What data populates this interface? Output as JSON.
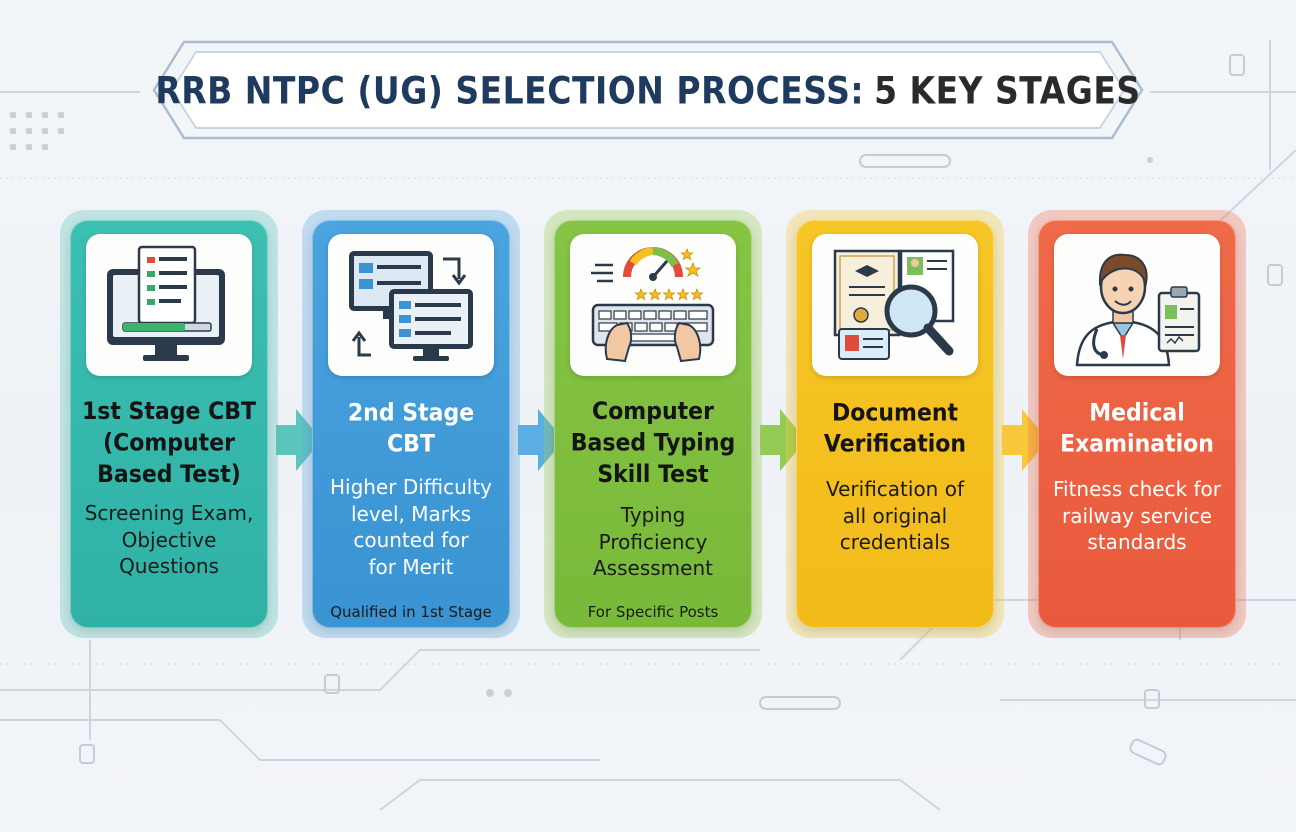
{
  "title": {
    "main": "RRB NTPC (UG) SELECTION PROCESS:",
    "accent": "5 KEY STAGES"
  },
  "colors": {
    "title_text": "#1f3a5f",
    "stage1": "#34b8ab",
    "stage2": "#429cd9",
    "stage3": "#80bf3f",
    "stage4": "#f4c120",
    "stage5": "#ec6242"
  },
  "stages": [
    {
      "title": "1st Stage CBT\n(Computer\nBased Test)",
      "description": "Screening Exam,\nObjective\nQuestions",
      "note": "",
      "icon": "computer-test-icon"
    },
    {
      "title": "2nd Stage\nCBT",
      "description": "Higher Difficulty\nlevel, Marks\ncounted for\nfor Merit",
      "note": "Qualified in 1st Stage",
      "icon": "two-computers-icon"
    },
    {
      "title": "Computer\nBased Typing\nSkill Test",
      "description": "Typing\nProficiency\nAssessment",
      "note": "For Specific Posts",
      "icon": "keyboard-typing-icon"
    },
    {
      "title": "Document\nVerification",
      "description": "Verification of\nall original\ncredentials",
      "note": "",
      "icon": "document-magnifier-icon"
    },
    {
      "title": "Medical\nExamination",
      "description": "Fitness check for\nrailway service\nstandards",
      "note": "",
      "icon": "doctor-icon"
    }
  ]
}
